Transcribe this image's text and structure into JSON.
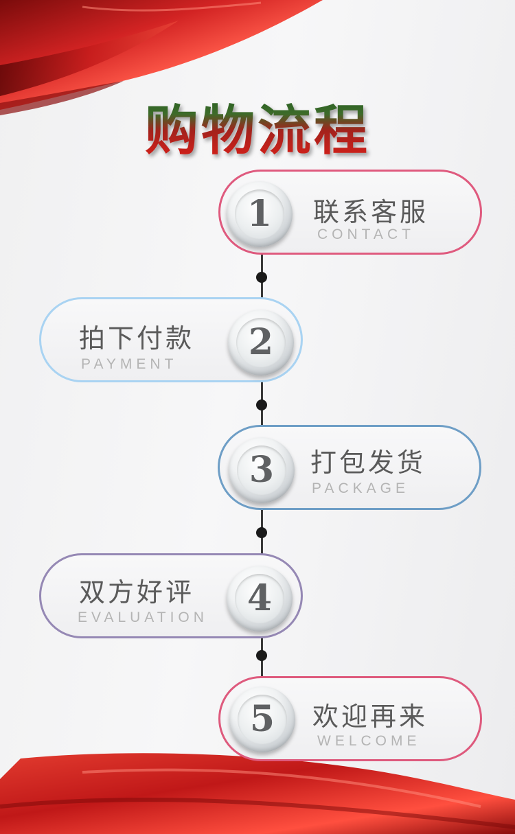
{
  "title": "购物流程",
  "colors": {
    "step1": "#df5a7e",
    "step2": "#a9d3f2",
    "step3": "#6e9ec6",
    "step4": "#9588b4",
    "step5": "#de5a7d"
  },
  "steps": [
    {
      "number": "1",
      "cn": "联系客服",
      "en": "CONTACT"
    },
    {
      "number": "2",
      "cn": "拍下付款",
      "en": "PAYMENT"
    },
    {
      "number": "3",
      "cn": "打包发货",
      "en": "PACKAGE"
    },
    {
      "number": "4",
      "cn": "双方好评",
      "en": "EVALUATION"
    },
    {
      "number": "5",
      "cn": "欢迎再来",
      "en": "WELCOME"
    }
  ]
}
